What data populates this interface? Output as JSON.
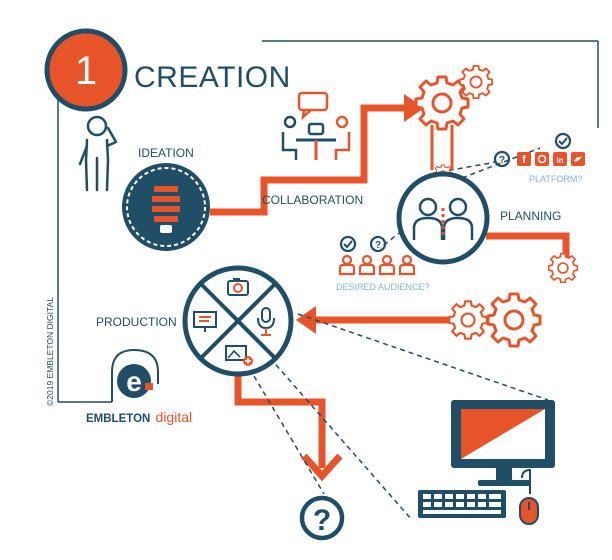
{
  "step": {
    "number": "1",
    "title": "CREATION"
  },
  "stages": {
    "ideation": "IDEATION",
    "collaboration": "COLLABORATION",
    "planning": "PLANNING",
    "production": "PRODUCTION"
  },
  "planning": {
    "platform_question": "PLATFORM?",
    "platform_badges": [
      "f",
      "in"
    ],
    "audience_question": "DESIRED AUDIENCE?"
  },
  "outcome": {
    "symbol": "?"
  },
  "brand": {
    "copyright": "©2019 EMBLETON DIGITAL",
    "logo_mark": "e",
    "logo_name_part1": "EMBLETON",
    "logo_name_part2": "digital"
  },
  "colors": {
    "navy": "#1f4e66",
    "orange": "#e8542a",
    "light_blue": "#7fb3d5",
    "white": "#ffffff"
  },
  "icons": {
    "ideation": "thinking-person-icon",
    "lightbulb": "lightbulb-icon",
    "collaboration": "meeting-icon",
    "gears": "gear-icon",
    "planning": "team-icon",
    "production": [
      "camera-icon",
      "microphone-icon",
      "image-add-icon",
      "monitor-icon"
    ],
    "computer": "desktop-computer-icon",
    "outcome": "question-icon"
  }
}
